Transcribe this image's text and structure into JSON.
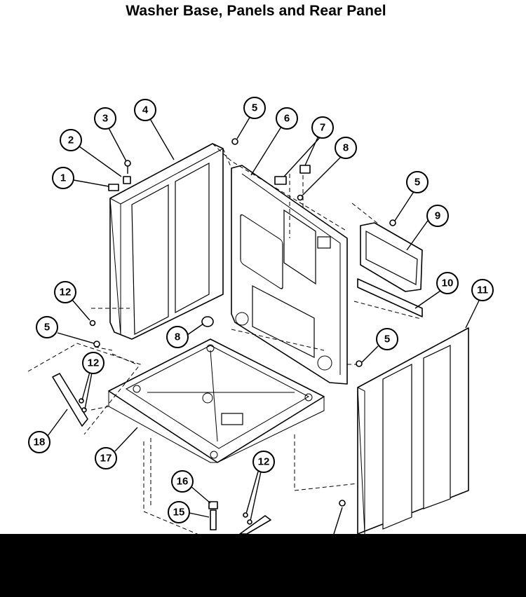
{
  "title": "Washer Base, Panels and Rear Panel",
  "callouts": [
    {
      "id": "c1",
      "label": "1"
    },
    {
      "id": "c2",
      "label": "2"
    },
    {
      "id": "c3",
      "label": "3"
    },
    {
      "id": "c4",
      "label": "4"
    },
    {
      "id": "c5a",
      "label": "5"
    },
    {
      "id": "c6",
      "label": "6"
    },
    {
      "id": "c7",
      "label": "7"
    },
    {
      "id": "c8a",
      "label": "8"
    },
    {
      "id": "c5b",
      "label": "5"
    },
    {
      "id": "c9",
      "label": "9"
    },
    {
      "id": "c10",
      "label": "10"
    },
    {
      "id": "c11",
      "label": "11"
    },
    {
      "id": "c12a",
      "label": "12"
    },
    {
      "id": "c5c",
      "label": "5"
    },
    {
      "id": "c8b",
      "label": "8"
    },
    {
      "id": "c5d",
      "label": "5"
    },
    {
      "id": "c12b",
      "label": "12"
    },
    {
      "id": "c18",
      "label": "18"
    },
    {
      "id": "c17",
      "label": "17"
    },
    {
      "id": "c12c",
      "label": "12"
    },
    {
      "id": "c16",
      "label": "16"
    },
    {
      "id": "c15",
      "label": "15"
    }
  ],
  "colors": {
    "ink": "#000000",
    "paper": "#ffffff",
    "bottom_bar": "#000000"
  }
}
